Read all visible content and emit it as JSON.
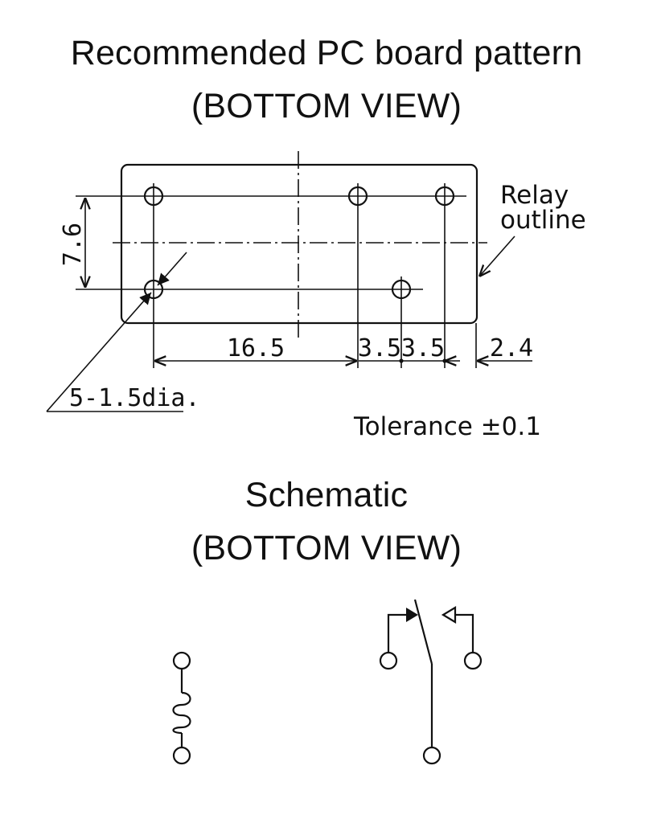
{
  "header": {
    "title": "Recommended PC board pattern",
    "subtitle": "(BOTTOM VIEW)"
  },
  "pcb": {
    "dim_vertical": "7.6",
    "dim_16_5": "16.5",
    "dim_3_5_a": "3.5",
    "dim_3_5_b": "3.5",
    "dim_2_4": "2.4",
    "hole_note": "5-1.5dia.",
    "relay_label_1": "Relay",
    "relay_label_2": "outline",
    "tolerance": "Tolerance ±0.1"
  },
  "schematic": {
    "title": "Schematic",
    "subtitle": "(BOTTOM VIEW)"
  }
}
